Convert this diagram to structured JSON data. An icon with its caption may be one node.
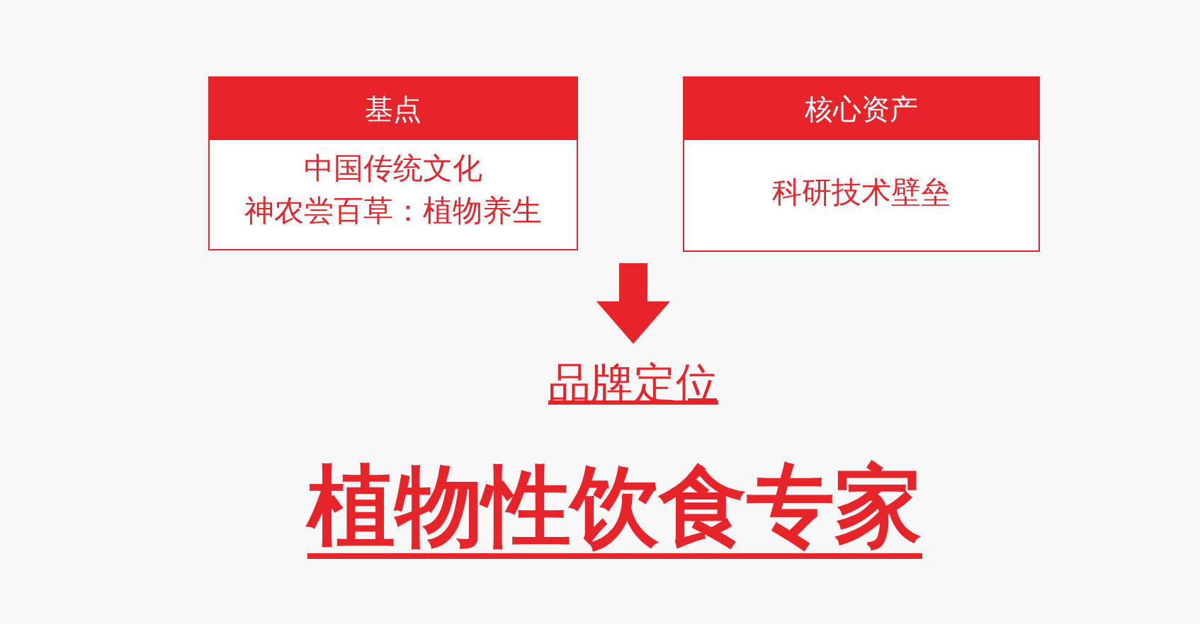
{
  "diagram": {
    "nodes": [
      {
        "text": [
          "基点",
          "中国传统文化",
          "神农尝百草：植物养生"
        ]
      },
      {
        "text": [
          "核心资产",
          "科研技术壁垒"
        ]
      },
      {
        "text": [
          "品牌定位"
        ]
      },
      {
        "text": [
          "植物性饮食专家"
        ]
      }
    ],
    "edges": [
      {
        "from": null,
        "to": 2,
        "arrow": "to"
      }
    ]
  }
}
